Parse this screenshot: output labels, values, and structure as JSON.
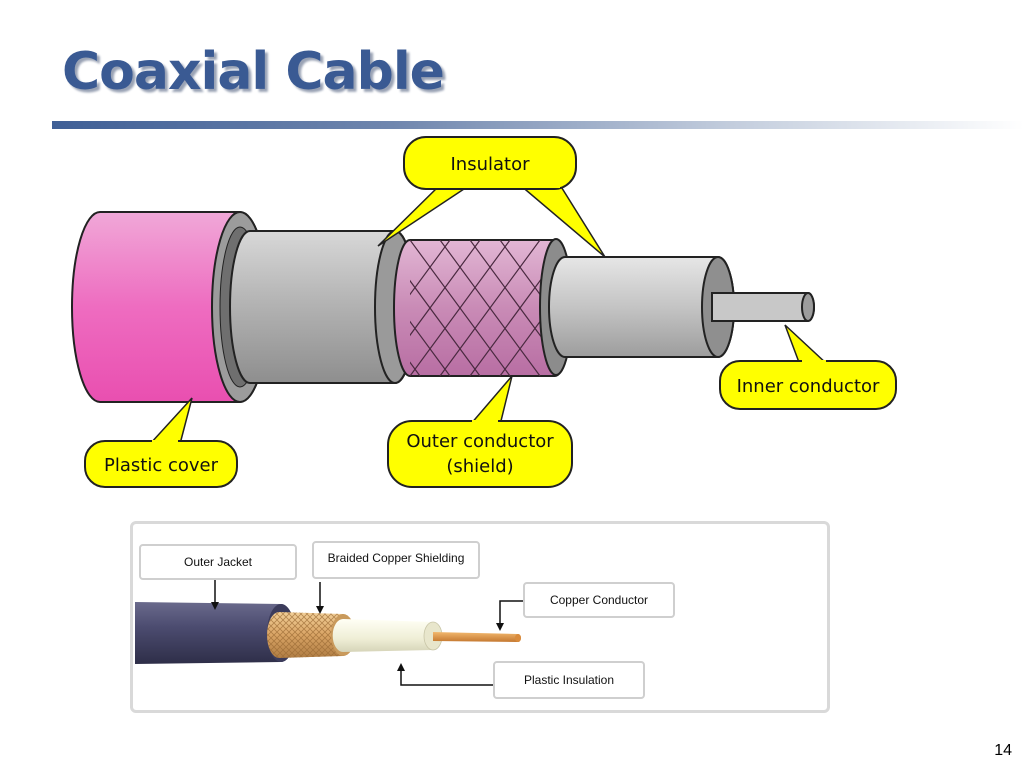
{
  "slide": {
    "title": "Coaxial Cable",
    "page_number": "14"
  },
  "top_diagram": {
    "labels": {
      "insulator": "Insulator",
      "plastic_cover": "Plastic cover",
      "outer_conductor_line1": "Outer conductor",
      "outer_conductor_line2": "(shield)",
      "inner_conductor": "Inner conductor"
    },
    "colors": {
      "plastic_cover": "#ee5bb8",
      "insulator": "#a9a9a9",
      "shield": "#c77fb0",
      "callout": "#ffff00"
    }
  },
  "bottom_diagram": {
    "labels": {
      "outer_jacket": "Outer Jacket",
      "braided_copper_shielding": "Braided Copper Shielding",
      "copper_conductor": "Copper Conductor",
      "plastic_insulation": "Plastic Insulation"
    },
    "colors": {
      "outer_jacket": "#4a4a6e",
      "shielding": "#d9a96a",
      "insulation": "#f4f3dd",
      "conductor": "#d88a3a"
    }
  }
}
